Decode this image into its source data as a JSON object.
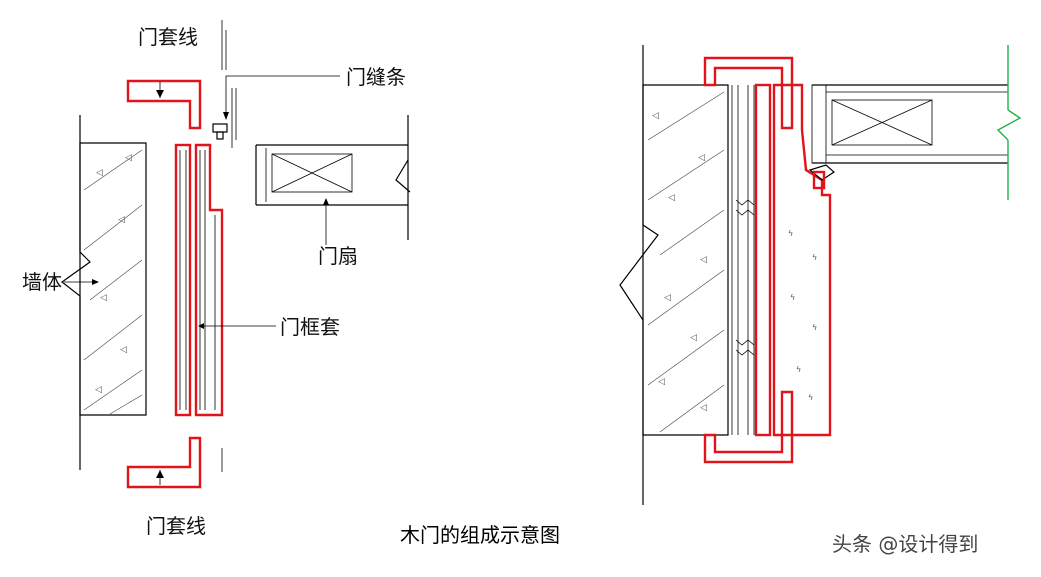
{
  "labels": {
    "casing_top": "门套线",
    "door_gap_strip": "门缝条",
    "door_leaf": "门扇",
    "wall": "墙体",
    "door_frame_casing": "门框套",
    "casing_bottom": "门套线"
  },
  "caption": "木门的组成示意图",
  "watermark": "头条 @设计得到",
  "colors": {
    "component": "#e1141b",
    "outline": "#000000",
    "door_edge": "#22b14c"
  }
}
